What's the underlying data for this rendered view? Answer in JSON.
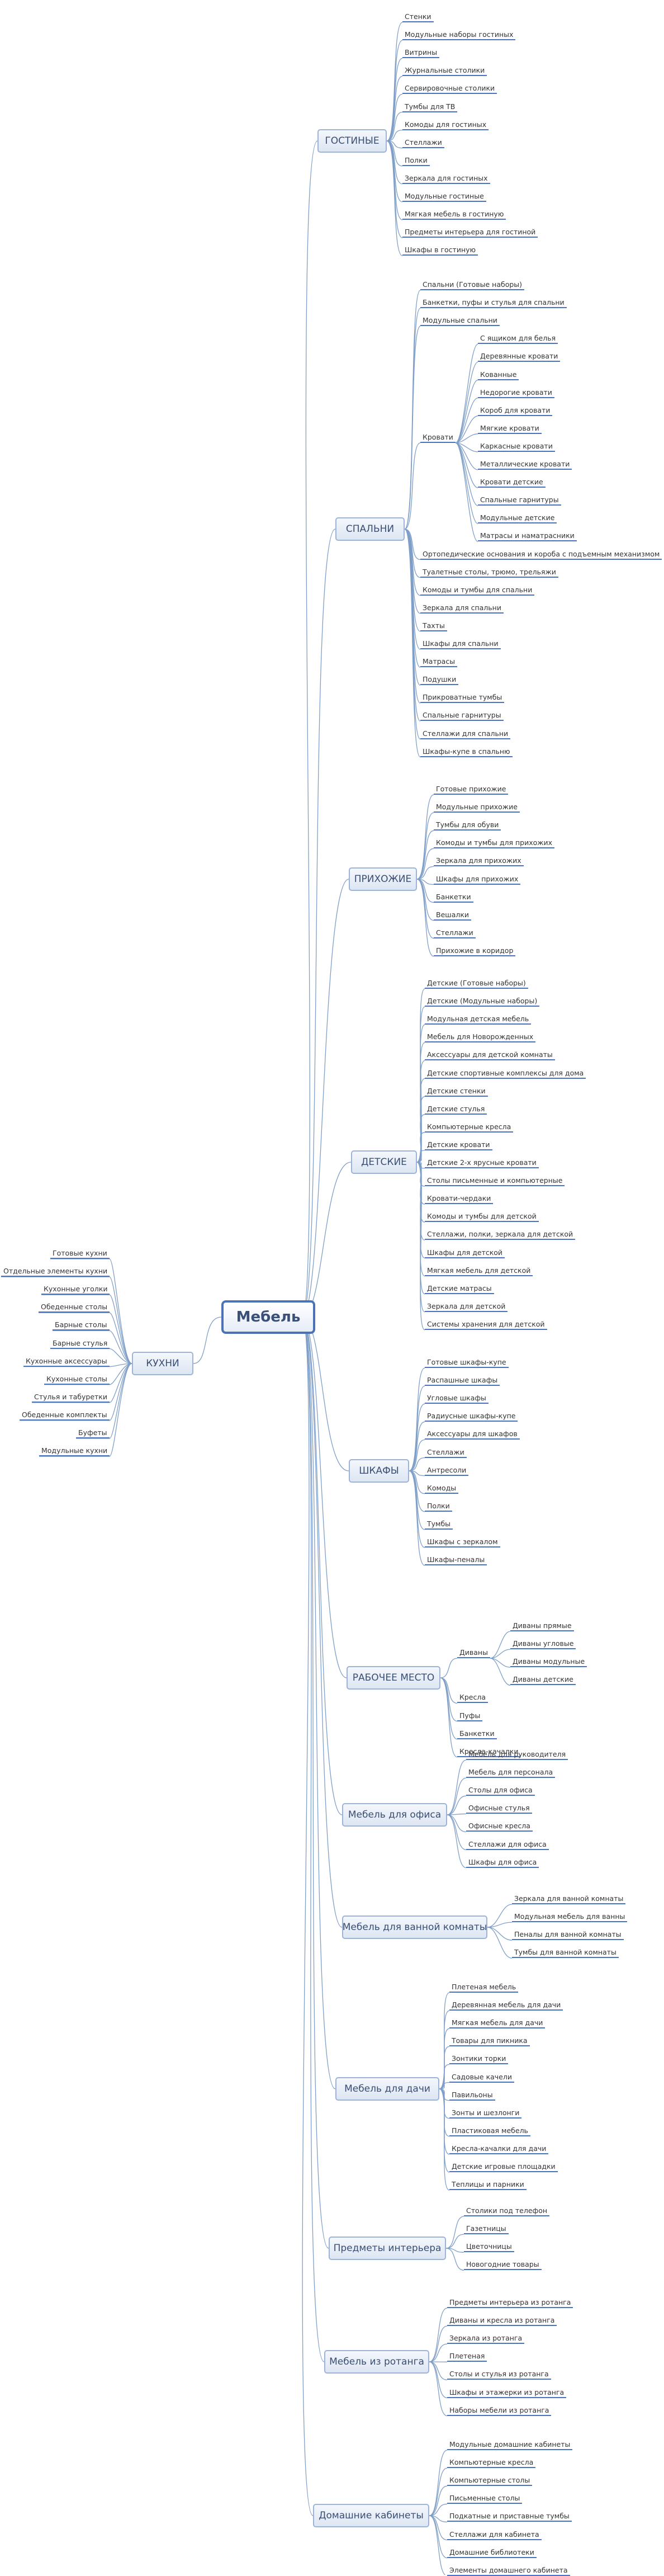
{
  "root": "Мебель",
  "branches": [
    {
      "label": "ГОСТИНЫЕ",
      "items": [
        "Стенки",
        "Модульные наборы гостиных",
        "Витрины",
        "Журнальные столики",
        "Сервировочные столики",
        "Тумбы для ТВ",
        "Комоды для гостиных",
        "Стеллажи",
        "Полки",
        "Зеркала для гостиных",
        "Модульные гостиные",
        "Мягкая мебель в гостиную",
        "Предметы интерьера для гостиной",
        "Шкафы в гостиную"
      ]
    },
    {
      "label": "СПАЛЬНИ",
      "items": [
        {
          "label": "Спальни (Готовые наборы)"
        },
        {
          "label": "Банкетки, пуфы и стулья для спальни"
        },
        {
          "label": "Модульные спальни"
        },
        {
          "label": "Кровати",
          "children": [
            "С ящиком для белья",
            "Деревянные кровати",
            "Кованные",
            "Недорогие кровати",
            "Короб для кровати",
            "Мягкие кровати",
            "Каркасные кровати",
            "Металлические кровати",
            "Кровати детские",
            "Спальные гарнитуры",
            "Модульные детские",
            "Матрасы и наматрасники"
          ]
        },
        {
          "label": "Ортопедические основания и короба с подъемным механизмом"
        },
        {
          "label": "Туалетные столы, трюмо, трельяжи"
        },
        {
          "label": "Комоды и тумбы для спальни"
        },
        {
          "label": "Зеркала для спальни"
        },
        {
          "label": "Тахты"
        },
        {
          "label": "Шкафы для спальни"
        },
        {
          "label": "Матрасы"
        },
        {
          "label": "Подушки"
        },
        {
          "label": "Прикроватные тумбы"
        },
        {
          "label": "Спальные гарнитуры"
        },
        {
          "label": "Стеллажи для спальни"
        },
        {
          "label": "Шкафы-купе в спальню"
        }
      ]
    },
    {
      "label": "ПРИХОЖИЕ",
      "items": [
        "Готовые прихожие",
        "Модульные прихожие",
        "Тумбы для обуви",
        "Комоды и тумбы для прихожих",
        "Зеркала для прихожих",
        "Шкафы для прихожих",
        "Банкетки",
        "Вешалки",
        "Стеллажи",
        "Прихожие в коридор"
      ]
    },
    {
      "label": "ДЕТСКИЕ",
      "items": [
        "Детские (Готовые наборы)",
        "Детские (Модульные наборы)",
        "Модульная детская мебель",
        "Мебель для Новорожденных",
        "Аксессуары для детской комнаты",
        "Детские спортивные комплексы для дома",
        "Детские стенки",
        "Детские стулья",
        "Компьютерные кресла",
        "Детские кровати",
        "Детские 2-х ярусные кровати",
        "Столы письменные и компьютерные",
        "Кровати-чердаки",
        "Комоды и тумбы для детской",
        "Стеллажи, полки, зеркала для детской",
        "Шкафы для детской",
        "Мягкая мебель для детской",
        "Детские матрасы",
        "Зеркала для детской",
        "Системы хранения для детской"
      ]
    },
    {
      "label": "ШКАФЫ",
      "items": [
        "Готовые шкафы-купе",
        "Распашные шкафы",
        "Угловые шкафы",
        "Радиусные шкафы-купе",
        "Аксессуары для шкафов",
        "Стеллажи",
        "Антресоли",
        "Комоды",
        "Полки",
        "Тумбы",
        "Шкафы с зеркалом",
        "Шкафы-пеналы"
      ]
    },
    {
      "label": "РАБОЧЕЕ МЕСТО",
      "items": [
        {
          "label": "Диваны",
          "children": [
            "Диваны прямые",
            "Диваны угловые",
            "Диваны модульные",
            "Диваны детские"
          ]
        },
        {
          "label": "Кресла"
        },
        {
          "label": "Пуфы"
        },
        {
          "label": "Банкетки"
        },
        {
          "label": "Кресла-качалки"
        }
      ]
    },
    {
      "label": "Мебель для офиса",
      "items": [
        "Мебель для руководителя",
        "Мебель для персонала",
        "Столы для офиса",
        "Офисные стулья",
        "Офисные кресла",
        "Стеллажи для офиса",
        "Шкафы для офиса"
      ]
    },
    {
      "label": "Мебель для ванной комнаты",
      "items": [
        "Зеркала для ванной комнаты",
        "Модульная мебель для ванны",
        "Пеналы для ванной комнаты",
        "Тумбы для ванной комнаты"
      ]
    },
    {
      "label": "Мебель для дачи",
      "items": [
        "Плетеная мебель",
        "Деревянная мебель для дачи",
        "Мягкая мебель для дачи",
        "Товары для пикника",
        "Зонтики торки",
        "Садовые качели",
        "Павильоны",
        "Зонты и шезлонги",
        "Пластиковая мебель",
        "Кресла-качалки для дачи",
        "Детские игровые площадки",
        "Теплицы и парники"
      ]
    },
    {
      "label": "Предметы интерьера",
      "items": [
        "Столики под телефон",
        "Газетницы",
        "Цветочницы",
        "Новогодние товары"
      ]
    },
    {
      "label": "Мебель из ротанга",
      "items": [
        "Предметы интерьера из ротанга",
        "Диваны и кресла из ротанга",
        "Зеркала из ротанга",
        "Плетеная",
        "Столы и стулья из ротанга",
        "Шкафы и этажерки из ротанга",
        "Наборы мебели из ротанга"
      ]
    },
    {
      "label": "Домашние кабинеты",
      "items": [
        "Модульные домашние кабинеты",
        "Компьютерные кресла",
        "Компьютерные столы",
        "Письменные столы",
        "Подкатные и приставные тумбы",
        "Стеллажи для кабинета",
        "Домашние библиотеки",
        "Элементы домашнего кабинета"
      ]
    },
    {
      "label": "КУХНИ",
      "items": [
        "Готовые кухни",
        "Отдельные элементы кухни",
        "Кухонные уголки",
        "Обеденные столы",
        "Барные столы",
        "Барные стулья",
        "Кухонные аксессуары",
        "Кухонные столы",
        "Стулья и табуретки",
        "Обеденные комплекты",
        "Буфеты",
        "Модульные кухни"
      ]
    }
  ]
}
